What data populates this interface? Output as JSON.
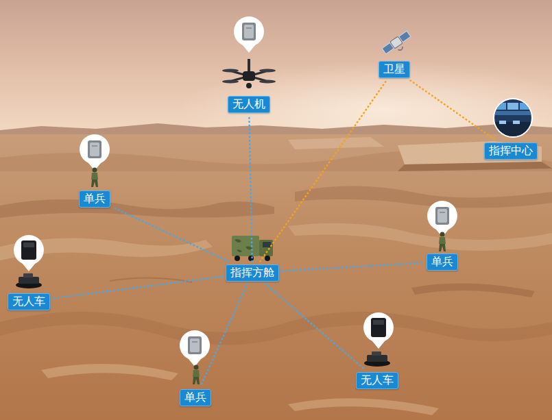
{
  "diagram": {
    "nodes": [
      {
        "text": [
          "卫星"
        ]
      },
      {
        "text": [
          "无人机"
        ]
      },
      {
        "text": [
          "指挥中心"
        ]
      },
      {
        "text": [
          "单兵"
        ]
      },
      {
        "text": [
          "单兵"
        ]
      },
      {
        "text": [
          "指挥方舱"
        ]
      },
      {
        "text": [
          "无人车"
        ]
      },
      {
        "text": [
          "无人车"
        ]
      },
      {
        "text": [
          "单兵"
        ]
      }
    ],
    "edges": [
      {
        "from": 5,
        "to": 1,
        "arrow": "none"
      },
      {
        "from": 5,
        "to": 0,
        "arrow": "none"
      },
      {
        "from": 0,
        "to": 2,
        "arrow": "none"
      },
      {
        "from": 5,
        "to": 3,
        "arrow": "none"
      },
      {
        "from": 5,
        "to": 4,
        "arrow": "none"
      },
      {
        "from": 5,
        "to": 6,
        "arrow": "none"
      },
      {
        "from": 5,
        "to": 7,
        "arrow": "none"
      },
      {
        "from": 5,
        "to": 8,
        "arrow": "none"
      }
    ]
  }
}
